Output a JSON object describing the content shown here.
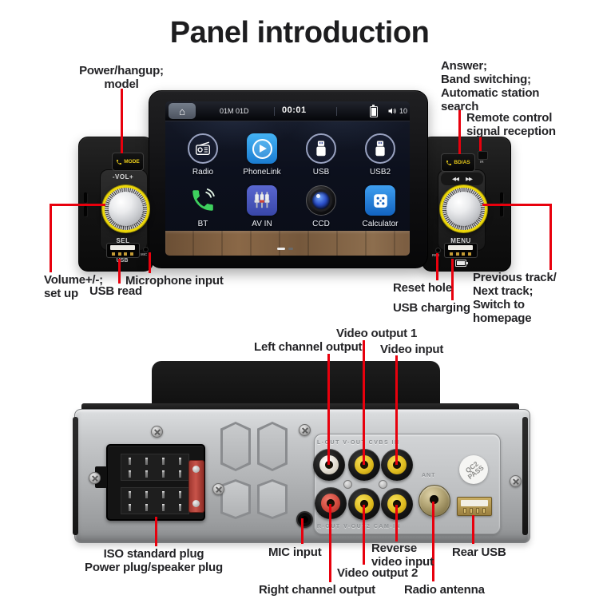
{
  "title": "Panel introduction",
  "colors": {
    "callout_line": "#e8000d",
    "knob_ring": "#ecd70a",
    "panel_button_text": "#e8ca1a"
  },
  "screen": {
    "home_icon": "⌂",
    "date": "01M 01D",
    "time": "00:01",
    "volume_level": "10",
    "apps": [
      {
        "key": "radio",
        "label": "Radio"
      },
      {
        "key": "phonelink",
        "label": "PhoneLink"
      },
      {
        "key": "usb",
        "label": "USB"
      },
      {
        "key": "usb2",
        "label": "USB2"
      },
      {
        "key": "bt",
        "label": "BT"
      },
      {
        "key": "avin",
        "label": "AV IN"
      },
      {
        "key": "ccd",
        "label": "CCD"
      },
      {
        "key": "calculator",
        "label": "Calculator"
      }
    ]
  },
  "front": {
    "mode": "MODE",
    "vol": "-VOL+",
    "sel": "SEL",
    "usb": "USB",
    "mic": "MIC",
    "bdas": "BD/AS",
    "ir": "IR",
    "prev": "◀◀",
    "next": "▶▶",
    "menu": "MENU",
    "res": "RES"
  },
  "rear": {
    "jack_row_top": "L-OUT  V-OUT  CVBS IN",
    "jack_row_bottom": "R-OUT  V-OUT2  CAM-IN",
    "ant": "ANT",
    "sticker": "QC2\nPASS"
  },
  "callouts": {
    "power": "Power/hangup;\nmodel",
    "answer": "Answer;\nBand switching;\nAutomatic station\nsearch",
    "remote": "Remote control\nsignal reception",
    "volume": "Volume+/-;\nset up",
    "usb_read": "USB read",
    "microphone": "Microphone input",
    "reset": "Reset hole",
    "usb_charging": "USB charging",
    "prev_next": "Previous track/\nNext track;\nSwitch to\nhomepage",
    "left_channel": "Left channel output",
    "video_out1": "Video output 1",
    "video_in": "Video input",
    "iso": "ISO standard plug\nPower plug/speaker plug",
    "mic_input": "MIC input",
    "right_channel": "Right channel output",
    "video_out2": "Video output 2",
    "reverse": "Reverse\nvideo input",
    "antenna": "Radio antenna",
    "rear_usb": "Rear USB"
  }
}
